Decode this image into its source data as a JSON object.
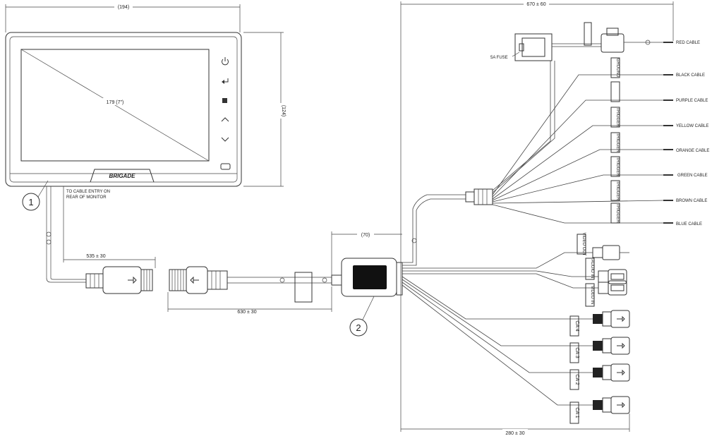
{
  "monitor": {
    "width_dim": "(194)",
    "height_dim": "(124)",
    "diag_dim": "179 (7\")",
    "brand": "BRIGADE",
    "callout": "1",
    "note_line1": "TO CABLE ENTRY ON",
    "note_line2": "REAR OF MONITOR",
    "buttons": [
      "power-icon",
      "enter-icon",
      "stop-icon",
      "up-chevron-icon",
      "down-chevron-icon",
      "mode-icon"
    ]
  },
  "lower": {
    "dim_535": "535 ± 30",
    "dim_630": "630 ± 30",
    "dim_70": "(70)",
    "callout": "2"
  },
  "harness": {
    "dim_top": "670 ± 60",
    "dim_bottom": "280 ± 30",
    "fuse_label": "5A FUSE",
    "red": "RED CABLE",
    "black": "BLACK CABLE",
    "purple": "PURPLE CABLE",
    "yellow": "YELLOW CABLE",
    "orange": "ORANGE CABLE",
    "green": "GREEN CABLE",
    "brown": "BROWN CABLE",
    "blue": "BLUE CABLE",
    "tag_ground": "GROUND",
    "tag_trigger": "TRIGGER",
    "tag_video_out": "VIDEO OUT",
    "tag_audio_in": "AUDIO IN",
    "tag_video_in": "VIDEO IN",
    "ca4": "CA 4",
    "ca3": "CA 3",
    "ca2": "CA 2",
    "ca1": "CA 1"
  }
}
